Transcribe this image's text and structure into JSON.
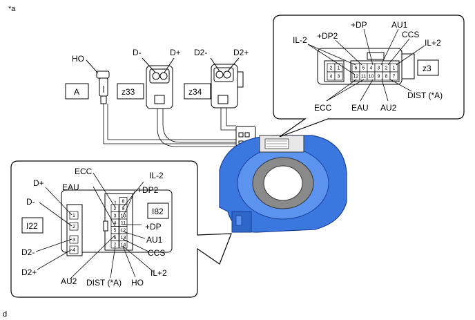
{
  "corner_mark": "*a",
  "footer_mark": "d",
  "tags": {
    "a": "A",
    "z33": "z33",
    "z34": "z34",
    "z3": "z3",
    "i22": "I22",
    "i82": "I82"
  },
  "top_connectors": {
    "ho": "HO",
    "d_minus": "D-",
    "d_plus": "D+",
    "d2_minus": "D2-",
    "d2_plus": "D2+"
  },
  "z3_callout": {
    "il_minus_2": "IL-2",
    "plus_dp2": "+DP2",
    "plus_dp": "+DP",
    "au1": "AU1",
    "ccs": "CCS",
    "il_plus_2": "IL+2",
    "ecc": "ECC",
    "eau": "EAU",
    "au2": "AU2",
    "dist": "DIST (*A)",
    "pins_a": [
      "2",
      "1",
      "4",
      "3"
    ],
    "pins_b": [
      "6",
      "5",
      "4",
      "3",
      "2",
      "1",
      "12",
      "11",
      "10",
      "9",
      "8",
      "7"
    ]
  },
  "i_callout": {
    "d_plus": "D+",
    "d_minus": "D-",
    "d2_minus": "D2-",
    "d2_plus": "D2+",
    "au2": "AU2",
    "dist": "DIST (*A)",
    "ho": "HO",
    "ecc": "ECC",
    "eau": "EAU",
    "il_minus_2": "IL-2",
    "plus_dp2": "+DP2",
    "plus_dp": "+DP",
    "au1": "AU1",
    "ccs": "CCS",
    "il_plus_2": "IL+2",
    "pins_i22": [
      "1",
      "2",
      "3",
      "4"
    ],
    "pins_i82_left": [
      "2",
      "3",
      "4",
      "5",
      "6",
      "7"
    ],
    "pins_i82_right": [
      "8",
      "9",
      "10",
      "11",
      "12",
      "13",
      "14"
    ],
    "pin_1": "1"
  }
}
